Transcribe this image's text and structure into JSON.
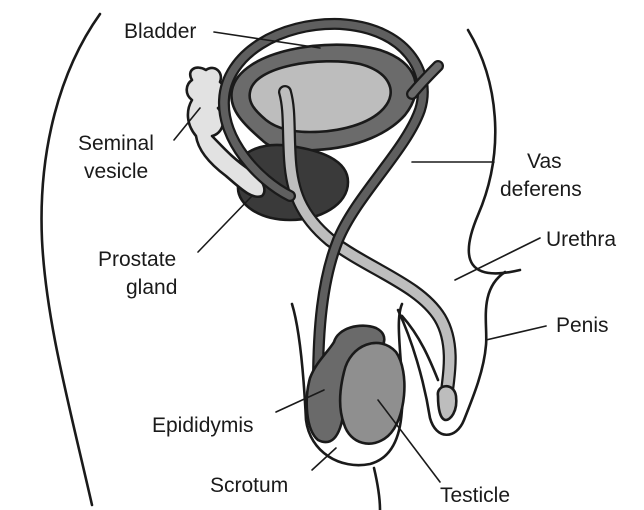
{
  "labels": {
    "bladder": "Bladder",
    "seminal_vesicle_line1": "Seminal",
    "seminal_vesicle_line2": "vesicle",
    "vas_deferens_line1": "Vas",
    "vas_deferens_line2": "deferens",
    "prostate_line1": "Prostate",
    "prostate_line2": "gland",
    "urethra": "Urethra",
    "penis": "Penis",
    "epididymis": "Epididymis",
    "scrotum": "Scrotum",
    "testicle": "Testicle"
  },
  "colors": {
    "outline": "#1a1a1a",
    "bladder_wall": "#6b6b6b",
    "bladder_lumen": "#bdbdbd",
    "prostate": "#3a3a3a",
    "seminal_vesicle": "#e2e2e2",
    "urethra": "#bdbdbd",
    "vas_deferens": "#5f5f5f",
    "epididymis": "#6a6a6a",
    "testicle": "#8f8f8f"
  }
}
